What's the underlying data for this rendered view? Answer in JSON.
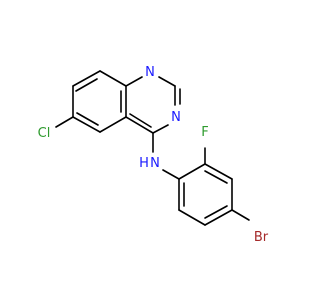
{
  "molecule": {
    "atoms": {
      "n1": "N",
      "n3": "N",
      "cl": "Cl",
      "f": "F",
      "br": "Br",
      "nh": "N",
      "h": "H"
    },
    "colors": {
      "bond": "#000000",
      "nitrogen": "#1a1aff",
      "chlorine": "#2e9b2e",
      "fluorine": "#2e9b2e",
      "bromine": "#a52a2a"
    }
  }
}
